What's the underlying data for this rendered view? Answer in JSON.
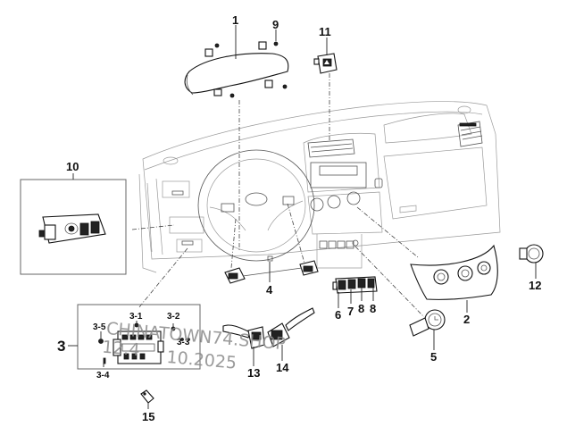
{
  "diagram": {
    "title": "Dashboard switches and instrument cluster exploded view",
    "callouts": {
      "c1": "1",
      "c2": "2",
      "c3": "3",
      "c3_1": "3-1",
      "c3_2": "3-2",
      "c3_3": "3-3",
      "c3_4": "3-4",
      "c3_5": "3-5",
      "c4": "4",
      "c5": "5",
      "c6": "6",
      "c7": "7",
      "c8a": "8",
      "c8b": "8",
      "c9": "9",
      "c10": "10",
      "c11": "11",
      "c12": "12",
      "c13": "13",
      "c14": "14",
      "c15": "15"
    },
    "watermark": {
      "line1": "CHINATOWN74.SHOP",
      "line2": "12.4",
      "line3": "10.2025"
    },
    "colors": {
      "background": "#ffffff",
      "line": "#111111",
      "watermark": "#8a8a8a"
    }
  }
}
